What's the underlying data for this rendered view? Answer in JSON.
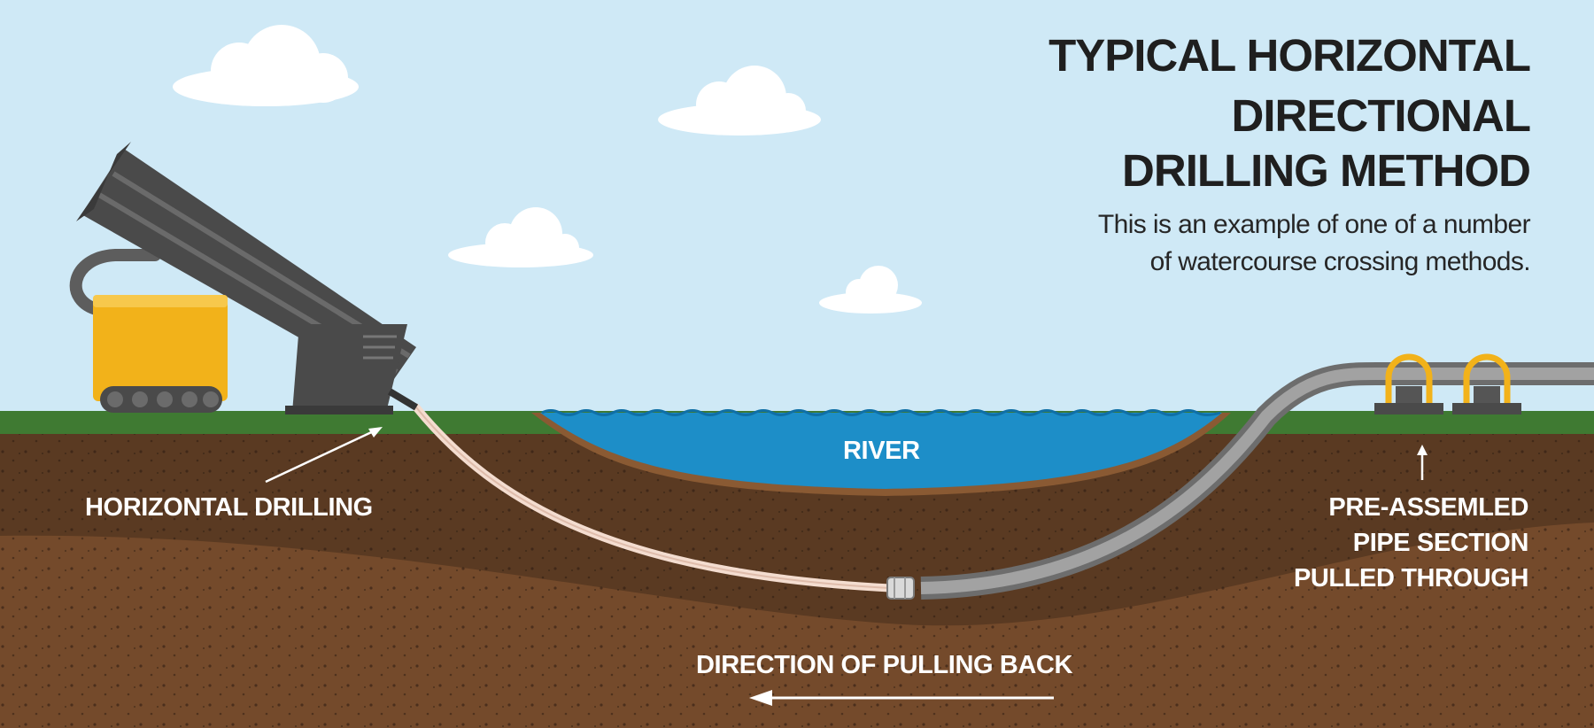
{
  "diagram": {
    "title_lines": [
      "TYPICAL HORIZONTAL",
      "DIRECTIONAL",
      "DRILLING METHOD"
    ],
    "subtitle_lines": [
      "This is an example of one of a number",
      "of watercourse crossing methods."
    ],
    "labels": {
      "river": "RIVER",
      "horizontal_drilling": "HORIZONTAL DRILLING",
      "pipe_section_lines": [
        "PRE-ASSEMLED",
        "PIPE SECTION",
        "PULLED THROUGH"
      ],
      "pull_direction": "DIRECTION OF PULLING BACK"
    },
    "colors": {
      "sky": "#cfe9f6",
      "cloud": "#ffffff",
      "grass": "#3f7a32",
      "soil_top": "#5a3a22",
      "soil_deep": "#744a2b",
      "river": "#1d8ec8",
      "drill_rig": "#4a4a4a",
      "rig_body": "#f2b21a",
      "pipe": "#8f8f8f",
      "drill_path": "#f4ddd0"
    }
  }
}
